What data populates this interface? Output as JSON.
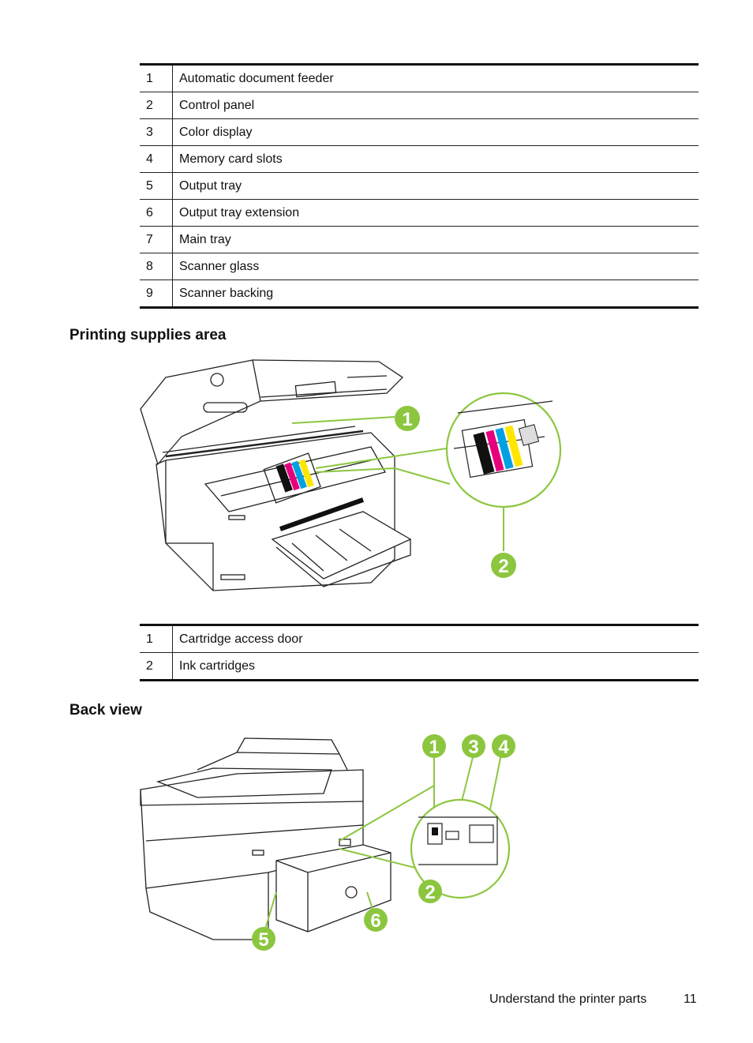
{
  "parts_table": [
    {
      "num": "1",
      "label": "Automatic document feeder"
    },
    {
      "num": "2",
      "label": "Control panel"
    },
    {
      "num": "3",
      "label": "Color display"
    },
    {
      "num": "4",
      "label": "Memory card slots"
    },
    {
      "num": "5",
      "label": "Output tray"
    },
    {
      "num": "6",
      "label": "Output tray extension"
    },
    {
      "num": "7",
      "label": "Main tray"
    },
    {
      "num": "8",
      "label": "Scanner glass"
    },
    {
      "num": "9",
      "label": "Scanner backing"
    }
  ],
  "supplies_section": {
    "heading": "Printing supplies area",
    "callouts": [
      "1",
      "2"
    ],
    "table": [
      {
        "num": "1",
        "label": "Cartridge access door"
      },
      {
        "num": "2",
        "label": "Ink cartridges"
      }
    ]
  },
  "back_section": {
    "heading": "Back view",
    "callouts": [
      "1",
      "3",
      "4",
      "2",
      "6",
      "5"
    ]
  },
  "footer": {
    "text": "Understand the printer parts",
    "page": "11"
  },
  "colors": {
    "callout_green": "#8cc63f",
    "ink_black": "#111111",
    "ink_magenta": "#e6007e",
    "ink_cyan": "#00a0e3",
    "ink_yellow": "#ffe600"
  }
}
